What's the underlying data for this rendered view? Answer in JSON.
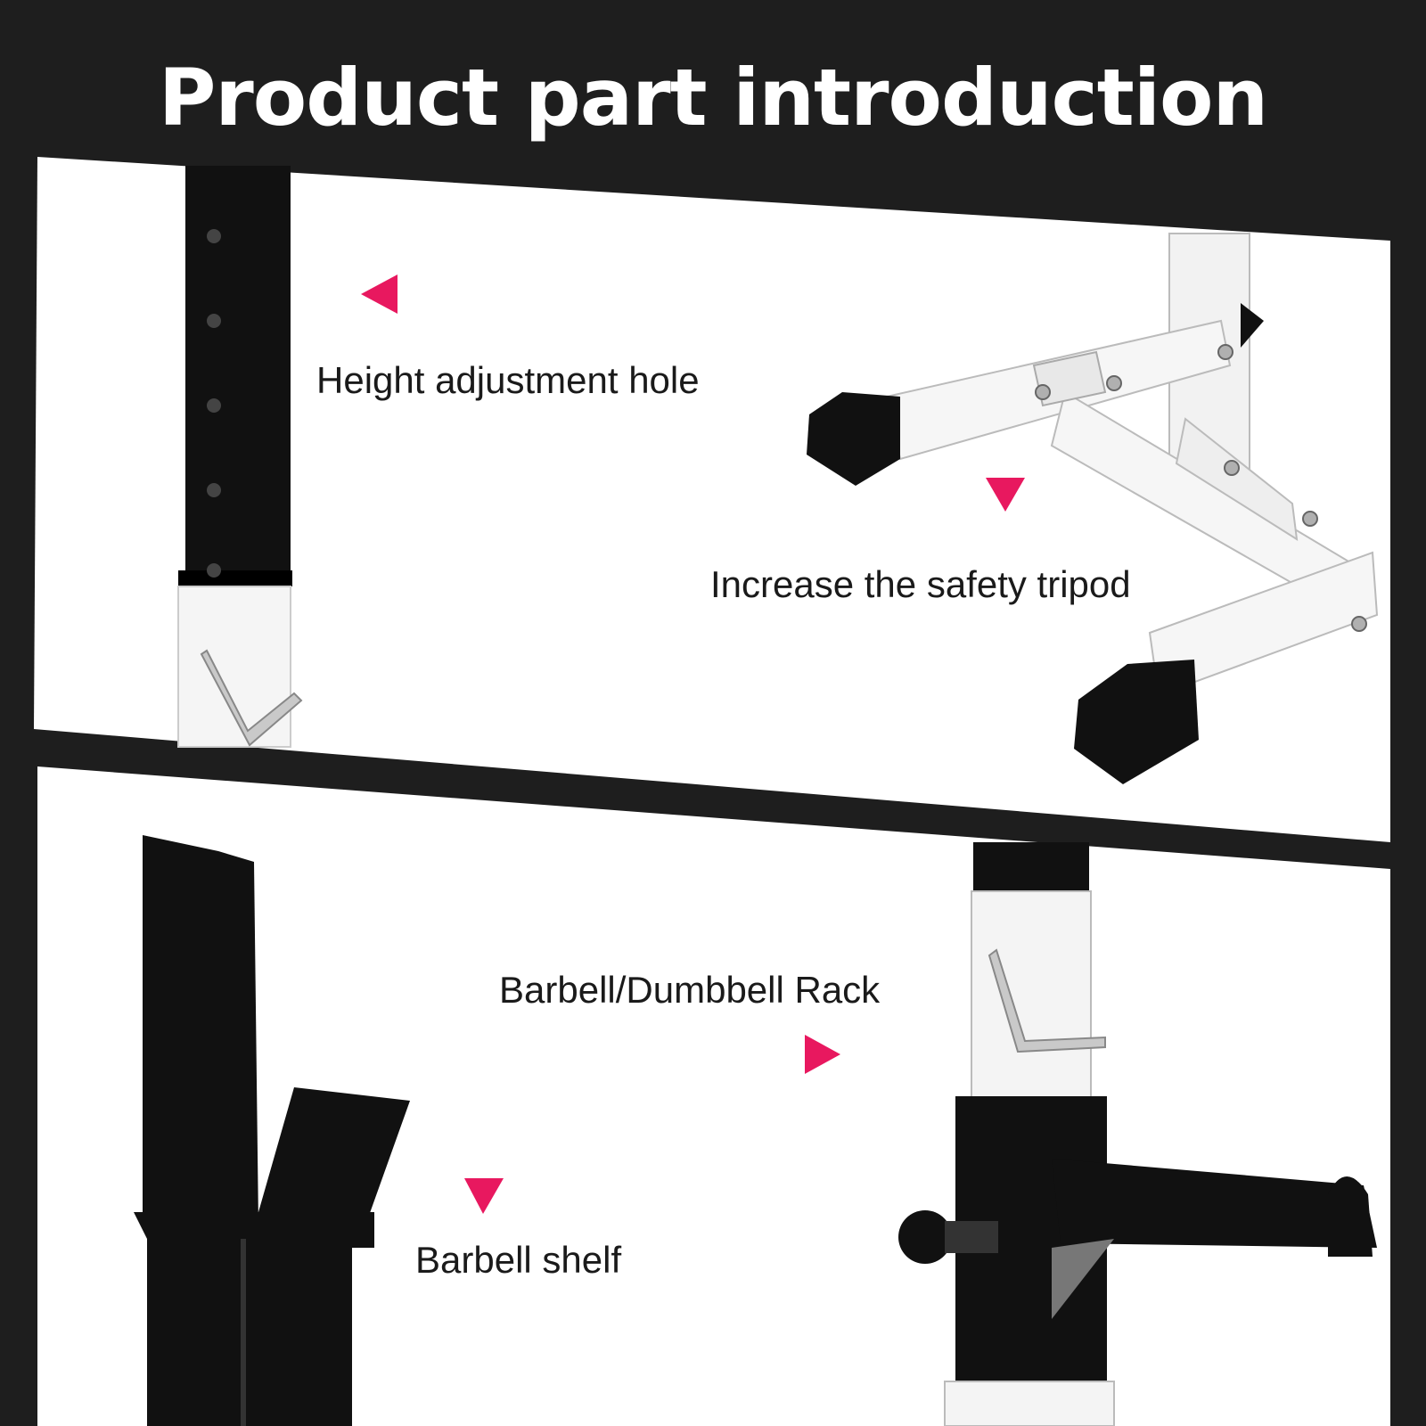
{
  "title": "Product part introduction",
  "labels": {
    "height_hole": "Height adjustment hole",
    "tripod": "Increase the safety tripod",
    "rack": "Barbell/Dumbbell Rack",
    "shelf": "Barbell shelf"
  },
  "colors": {
    "background": "#1e1e1e",
    "panel": "#ffffff",
    "marker": "#e8185f",
    "steel_dark": "#111111",
    "steel_white": "#f4f4f4"
  }
}
